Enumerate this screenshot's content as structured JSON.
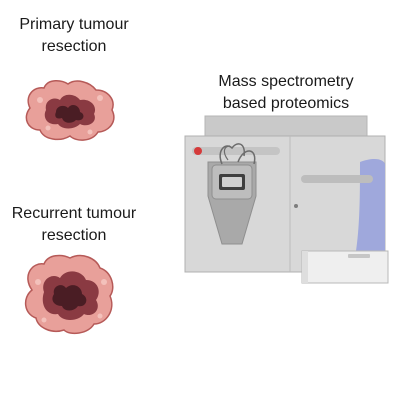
{
  "labels": {
    "primary": [
      "Primary tumour",
      "resection"
    ],
    "recurrent": [
      "Recurrent tumour",
      "resection"
    ],
    "mass_spec": [
      "Mass spectrometry",
      "based proteomics"
    ]
  },
  "colors": {
    "tumour_outer": "#e8a09a",
    "tumour_outline": "#b65a58",
    "tumour_core": "#4a1d24",
    "tumour_mid": "#8a3a42",
    "machine_body": "#d8d8d8",
    "machine_top": "#c9c9c9",
    "machine_accent": "#9fa8dc",
    "indicator_red": "#d53a3a"
  }
}
